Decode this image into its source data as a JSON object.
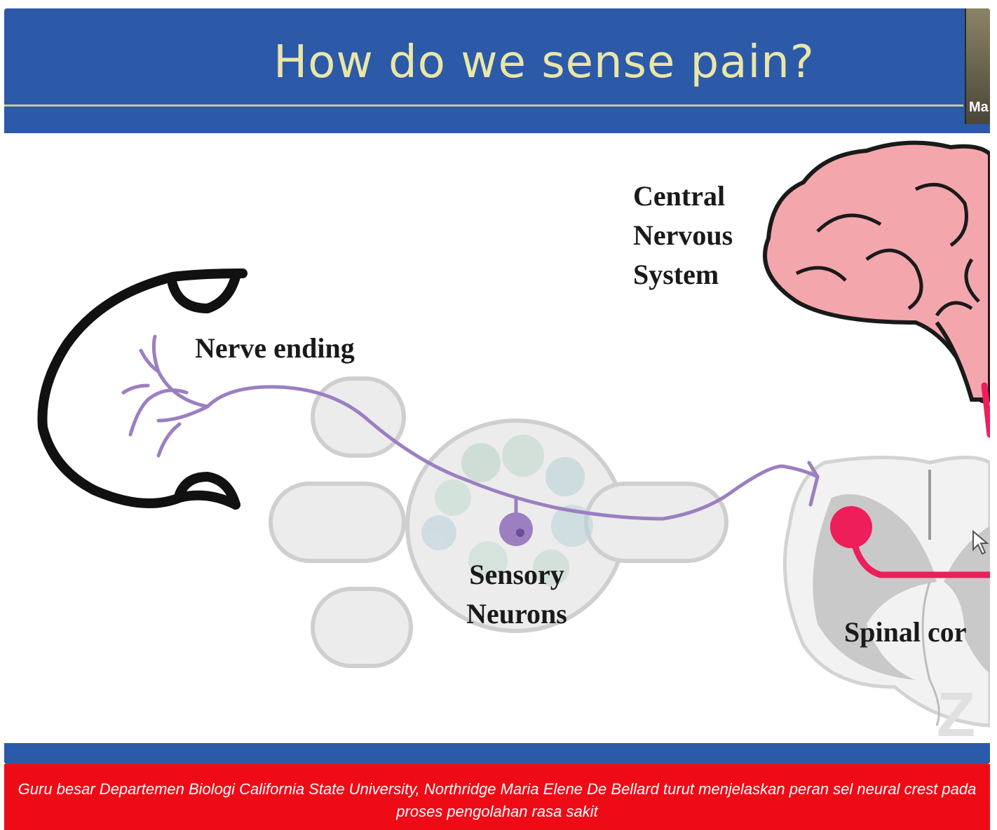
{
  "slide": {
    "title": "How do we sense pain?",
    "thumbnail_name": "Ma",
    "labels": {
      "cns": "Central Nervous System",
      "nerve_ending": "Nerve ending",
      "sensory_neurons": "Sensory Neurons",
      "spinal_cord": "Spinal cor"
    },
    "watermark": "Z"
  },
  "caption": {
    "text": "Guru besar Departemen Biologi California State University, Northridge Maria Elene De Bellard turut menjelaskan peran sel neural crest pada proses pengolahan rasa sakit"
  },
  "colors": {
    "header": "#2c5aa8",
    "title": "#e9e6a8",
    "caption_bg": "#ef0b16",
    "brain": "#f4a6ad",
    "nerve_purple": "#9b7fc1",
    "spinal_red": "#ee1e5a"
  }
}
